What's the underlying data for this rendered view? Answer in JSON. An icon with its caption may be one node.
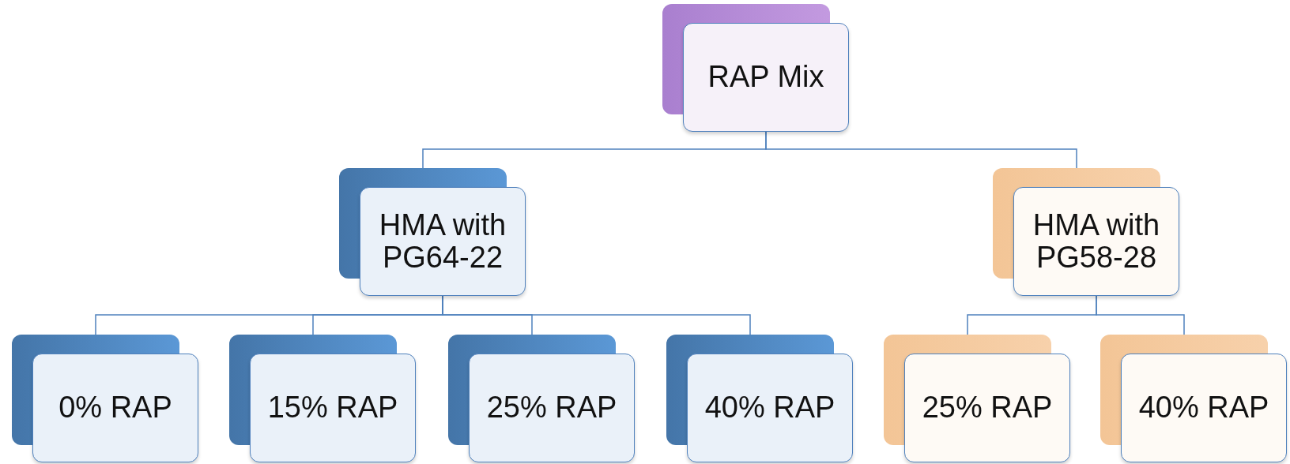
{
  "diagram": {
    "nodes": [
      {
        "text": [
          "RAP Mix"
        ]
      },
      {
        "text": [
          "HMA with PG64-22"
        ]
      },
      {
        "text": [
          "HMA with PG58-28"
        ]
      },
      {
        "text": [
          "0% RAP"
        ]
      },
      {
        "text": [
          "15% RAP"
        ]
      },
      {
        "text": [
          "25% RAP"
        ]
      },
      {
        "text": [
          "40% RAP"
        ]
      },
      {
        "text": [
          "25% RAP"
        ]
      },
      {
        "text": [
          "40% RAP"
        ]
      }
    ],
    "edges": [
      {
        "from": 0,
        "to": 1,
        "arrow": "none"
      },
      {
        "from": 0,
        "to": 2,
        "arrow": "none"
      },
      {
        "from": 1,
        "to": 3,
        "arrow": "none"
      },
      {
        "from": 1,
        "to": 4,
        "arrow": "none"
      },
      {
        "from": 1,
        "to": 5,
        "arrow": "none"
      },
      {
        "from": 1,
        "to": 6,
        "arrow": "none"
      },
      {
        "from": 2,
        "to": 7,
        "arrow": "none"
      },
      {
        "from": 2,
        "to": 8,
        "arrow": "none"
      }
    ]
  }
}
